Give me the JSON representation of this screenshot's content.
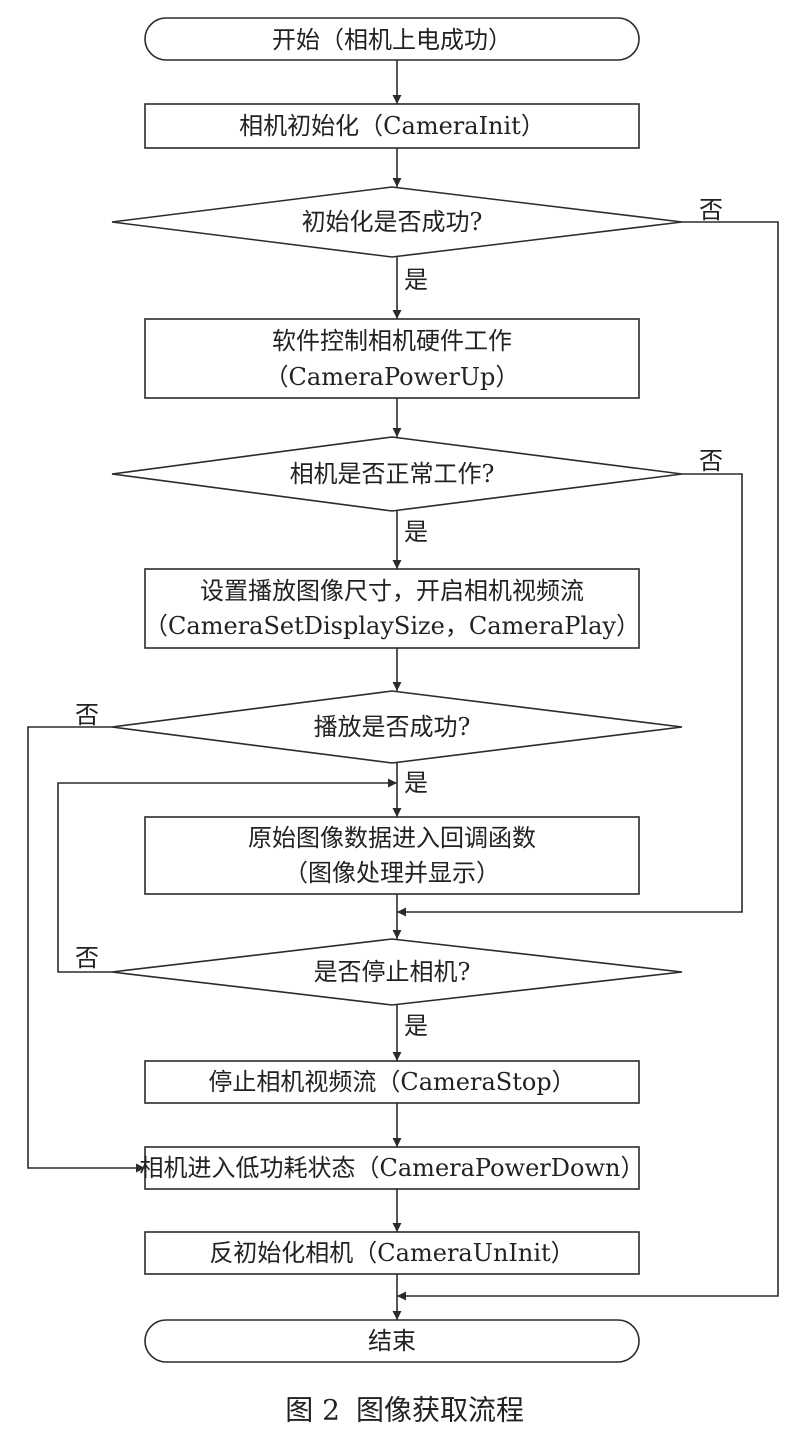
{
  "nodes": {
    "start": "开始（相机上电成功）",
    "init": "相机初始化（CameraInit）",
    "check_init": "初始化是否成功?",
    "power_up_line1": "软件控制相机硬件工作",
    "power_up_line2": "（CameraPowerUp）",
    "check_working": "相机是否正常工作?",
    "set_display_line1": "设置播放图像尺寸，开启相机视频流",
    "set_display_line2": "（CameraSetDisplaySize，CameraPlay）",
    "check_play": "播放是否成功?",
    "callback_line1": "原始图像数据进入回调函数",
    "callback_line2": "（图像处理并显示）",
    "check_stop": "是否停止相机?",
    "stop_stream": "停止相机视频流（CameraStop）",
    "power_down": "相机进入低功耗状态（CameraPowerDown）",
    "uninit": "反初始化相机（CameraUnInit）",
    "end": "结束"
  },
  "labels": {
    "yes": "是",
    "no": "否"
  },
  "caption": {
    "number": "图 2",
    "title": "图像获取流程"
  }
}
